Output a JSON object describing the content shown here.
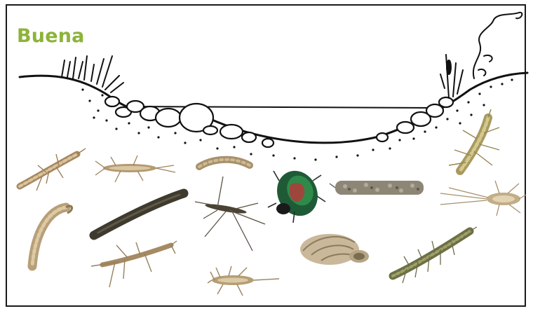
{
  "heading": {
    "text": "Buena"
  },
  "colors": {
    "heading": "#8db33a",
    "frame": "#1a1a1a",
    "stream_line": "#111111",
    "beetle_green": "#2f8a4a",
    "beetle_red": "#b23a3a",
    "leech": "#3e3a2e",
    "snail": "#c9b89a",
    "larva_tan": "#b89a6a",
    "case_gray": "#8d8677"
  },
  "organisms": [
    {
      "name": "stonefly-nymph-left",
      "kind": "insect-nymph"
    },
    {
      "name": "mayfly-nymph",
      "kind": "insect-nymph"
    },
    {
      "name": "caddisfly-larva-small",
      "kind": "larva"
    },
    {
      "name": "stonefly-nymph-right",
      "kind": "insect-nymph"
    },
    {
      "name": "caddisfly-larva-curved",
      "kind": "larva"
    },
    {
      "name": "leech",
      "kind": "worm"
    },
    {
      "name": "water-strider",
      "kind": "insect"
    },
    {
      "name": "water-beetle",
      "kind": "beetle"
    },
    {
      "name": "caddisfly-case",
      "kind": "larva-case"
    },
    {
      "name": "mayfly-nymph-right",
      "kind": "insect-nymph"
    },
    {
      "name": "damselfly-nymph",
      "kind": "insect-nymph"
    },
    {
      "name": "stonefly-nymph-bottom",
      "kind": "insect-nymph"
    },
    {
      "name": "river-snail",
      "kind": "mollusk"
    },
    {
      "name": "hellgrammite",
      "kind": "larva"
    }
  ]
}
